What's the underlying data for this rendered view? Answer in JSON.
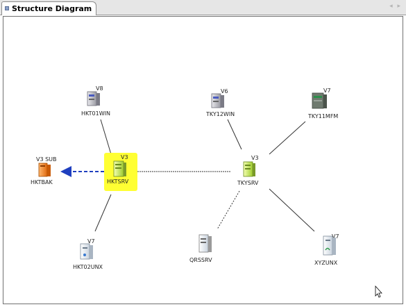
{
  "tab": {
    "title": "Structure Diagram"
  },
  "window_controls": {
    "arrows": "◂ ▸"
  },
  "colors": {
    "selection": "#ffff33",
    "link": "#333333",
    "dashed_link": "#333333",
    "backup_arrow": "#1f3fbf"
  },
  "nodes": {
    "hkt01win": {
      "name": "HKT01WIN",
      "version": "V8",
      "icon": "windows-server-icon"
    },
    "tky12win": {
      "name": "TKY12WIN",
      "version": "V6",
      "icon": "windows-server-icon"
    },
    "tky11mfm": {
      "name": "TKY11MFM",
      "version": "V7",
      "icon": "mainframe-icon"
    },
    "hktbak": {
      "name": "HKTBAK",
      "version": "V3 SUB",
      "icon": "backup-server-icon"
    },
    "hktsrv": {
      "name": "HKTSRV",
      "version": "V3",
      "icon": "manager-server-icon",
      "selected": true
    },
    "tkysrv": {
      "name": "TKYSRV",
      "version": "V3",
      "icon": "manager-server-icon"
    },
    "hkt02unx": {
      "name": "HKT02UNX",
      "version": "V7",
      "icon": "unix-server-icon"
    },
    "qrssrv": {
      "name": "QRSSRV",
      "version": "",
      "icon": "server-icon"
    },
    "xyzunx": {
      "name": "XYZUNX",
      "version": "V7",
      "icon": "unix-server-icon"
    }
  }
}
